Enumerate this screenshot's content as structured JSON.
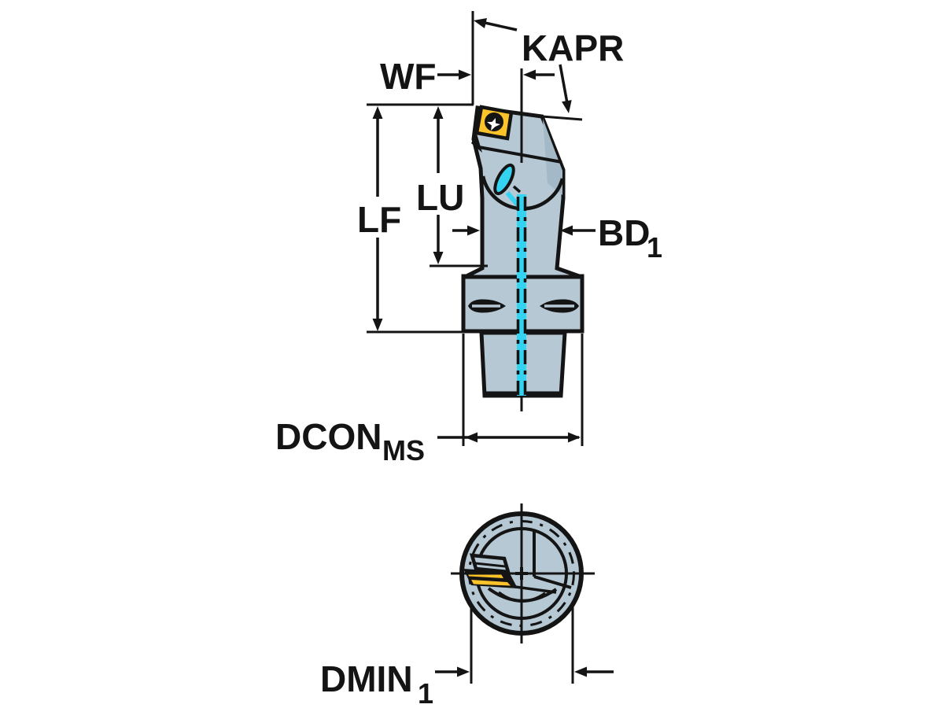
{
  "labels": {
    "kapr": "KAPR",
    "wf": "WF",
    "lf": "LF",
    "lu": "LU",
    "bd": "BD",
    "bd_sub": "1",
    "dcon": "DCON",
    "dcon_sub": "MS",
    "dmin": "DMIN",
    "dmin_sub": "1"
  },
  "colors": {
    "bg": "#ffffff",
    "outline": "#141414",
    "body": "#b6c8d4",
    "body_shade": "#a4b9c7",
    "insert_yellow": "#fdc32a",
    "coolant_cyan": "#35d3f2"
  }
}
